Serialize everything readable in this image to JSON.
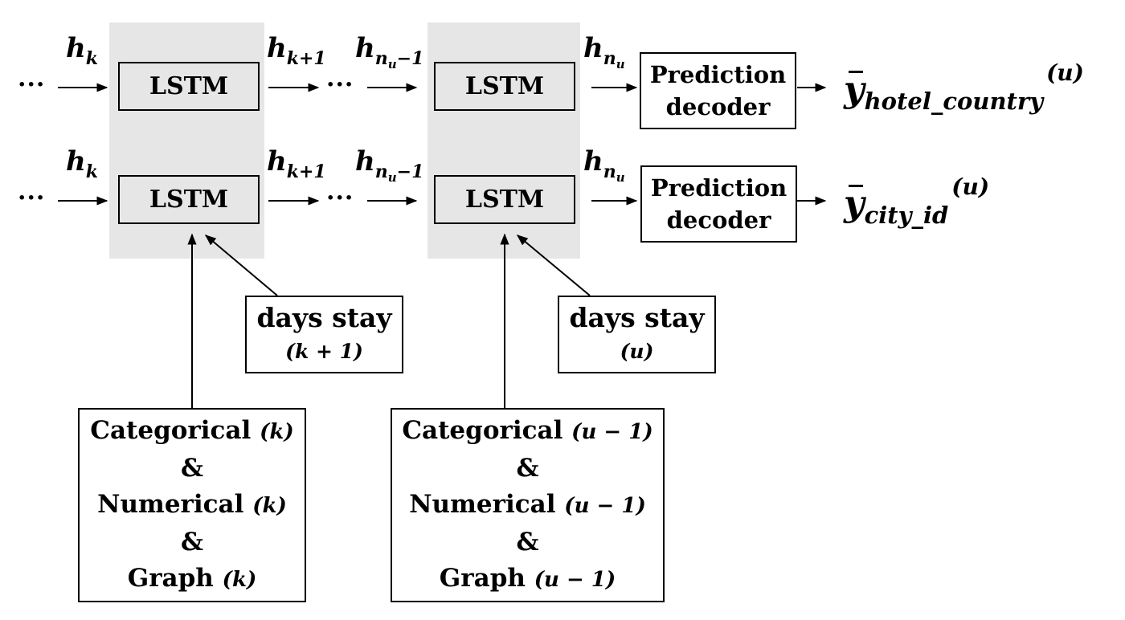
{
  "lstm_label": "LSTM",
  "decoder": {
    "line1": "Prediction",
    "line2": "decoder"
  },
  "dots": "···",
  "hidden": {
    "h": "h",
    "k": "k",
    "k1": "k+1",
    "nu_base": "n",
    "nu_sub": "u",
    "minus1": "−1"
  },
  "outputs": {
    "top": {
      "y": "y",
      "sub": "hotel_country",
      "sup": "(u)"
    },
    "bottom": {
      "y": "y",
      "sub": "city_id",
      "sup": "(u)"
    }
  },
  "days_stay": {
    "label": "days stay",
    "left_idx": "(k + 1)",
    "right_idx": "(u)"
  },
  "features": {
    "left": {
      "categorical": "Categorical",
      "categorical_idx": "(k)",
      "amp1": "&",
      "numerical": "Numerical",
      "numerical_idx": "(k)",
      "amp2": "&",
      "graph": "Graph",
      "graph_idx": "(k)"
    },
    "right": {
      "categorical": "Categorical",
      "categorical_idx": "(u − 1)",
      "amp1": "&",
      "numerical": "Numerical",
      "numerical_idx": "(u − 1)",
      "amp2": "&",
      "graph": "Graph",
      "graph_idx": "(u − 1)"
    }
  }
}
